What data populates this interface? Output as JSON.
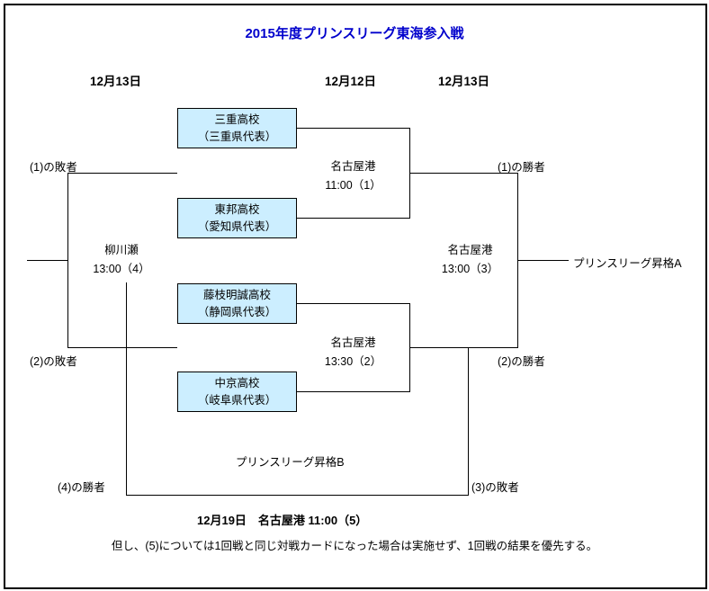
{
  "title": "2015年度プリンスリーグ東海参入戦",
  "round_dates": {
    "left": "12月13日",
    "center": "12月12日",
    "right": "12月13日"
  },
  "teams": [
    {
      "name": "三重高校",
      "rep": "（三重県代表）"
    },
    {
      "name": "東邦高校",
      "rep": "（愛知県代表）"
    },
    {
      "name": "藤枝明誠高校",
      "rep": "（静岡県代表）"
    },
    {
      "name": "中京高校",
      "rep": "（岐阜県代表）"
    }
  ],
  "matches": {
    "m1": {
      "venue": "名古屋港",
      "time": "11:00（1）"
    },
    "m2": {
      "venue": "名古屋港",
      "time": "13:30（2）"
    },
    "m3": {
      "venue": "名古屋港",
      "time": "13:00（3）"
    },
    "m4": {
      "venue": "柳川瀬",
      "time": "13:00（4）"
    },
    "m5": {
      "text": "12月19日　名古屋港 11:00（5）"
    }
  },
  "connector_labels": {
    "loser1": "(1)の敗者",
    "loser2": "(2)の敗者",
    "loser3": "(3)の敗者",
    "winner1": "(1)の勝者",
    "winner2": "(2)の勝者",
    "winner4": "(4)の勝者"
  },
  "outcomes": {
    "promotion_a": "プリンスリーグ昇格A",
    "promotion_b": "プリンスリーグ昇格B"
  },
  "note": "但し、(5)については1回戦と同じ対戦カードになった場合は実施せず、1回戦の結果を優先する。",
  "colors": {
    "title_blue": "#0000CC",
    "team_box_fill": "#CCEEFF",
    "line_black": "#000000"
  }
}
